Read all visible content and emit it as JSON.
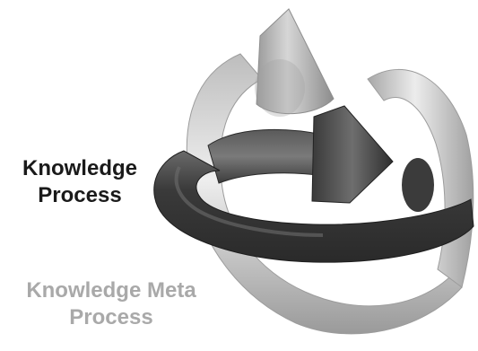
{
  "labels": {
    "knowledge_process": {
      "line1": "Knowledge",
      "line2": "Process",
      "color": "#1a1a1a"
    },
    "knowledge_meta_process": {
      "line1": "Knowledge Meta",
      "line2": "Process",
      "color": "#a9a9a9"
    }
  },
  "shapes": {
    "outer_ring_color": "#c8c8c8",
    "inner_ring_color": "#4a4a4a"
  }
}
